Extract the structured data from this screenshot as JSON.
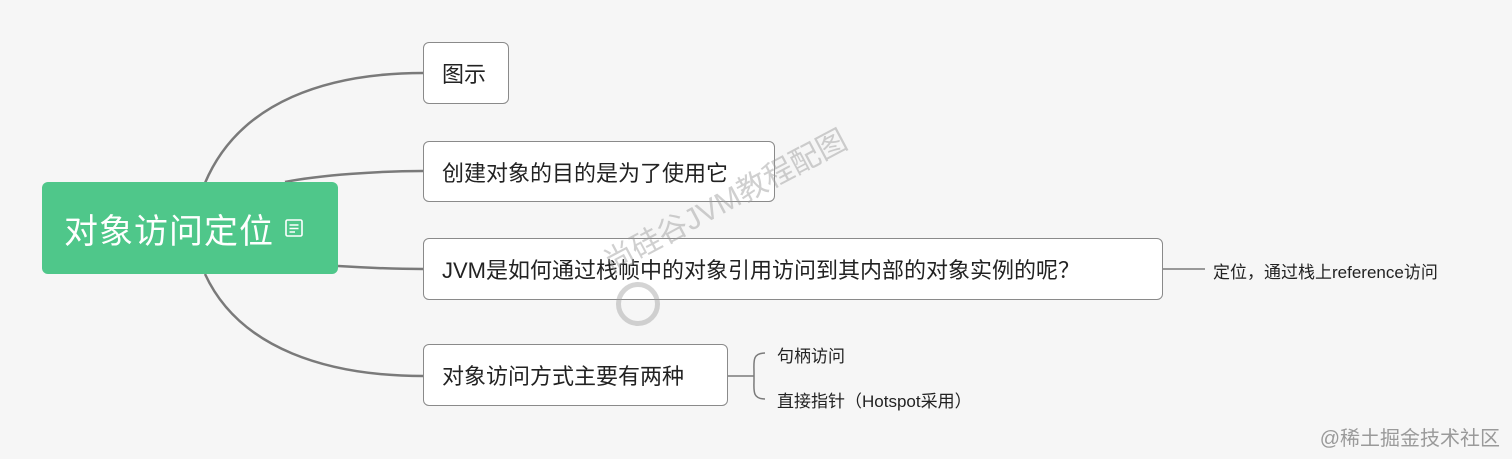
{
  "root": {
    "label": "对象访问定位",
    "note_icon": "note-icon"
  },
  "branches": [
    {
      "label": "图示"
    },
    {
      "label": "创建对象的目的是为了使用它"
    },
    {
      "label": "JVM是如何通过栈帧中的对象引用访问到其内部的对象实例的呢？",
      "child": "定位，通过栈上reference访问"
    },
    {
      "label": "对象访问方式主要有两种",
      "children": [
        "句柄访问",
        "直接指针（Hotspot采用）"
      ]
    }
  ],
  "watermark": {
    "diagonal": "尚硅谷JVM教程配图",
    "bottom": "@稀土掘金技术社区"
  },
  "colors": {
    "root_fill": "#4fc78a",
    "line": "#7a7a7a",
    "node_border": "#8a8a8a",
    "background": "#f6f6f6"
  }
}
